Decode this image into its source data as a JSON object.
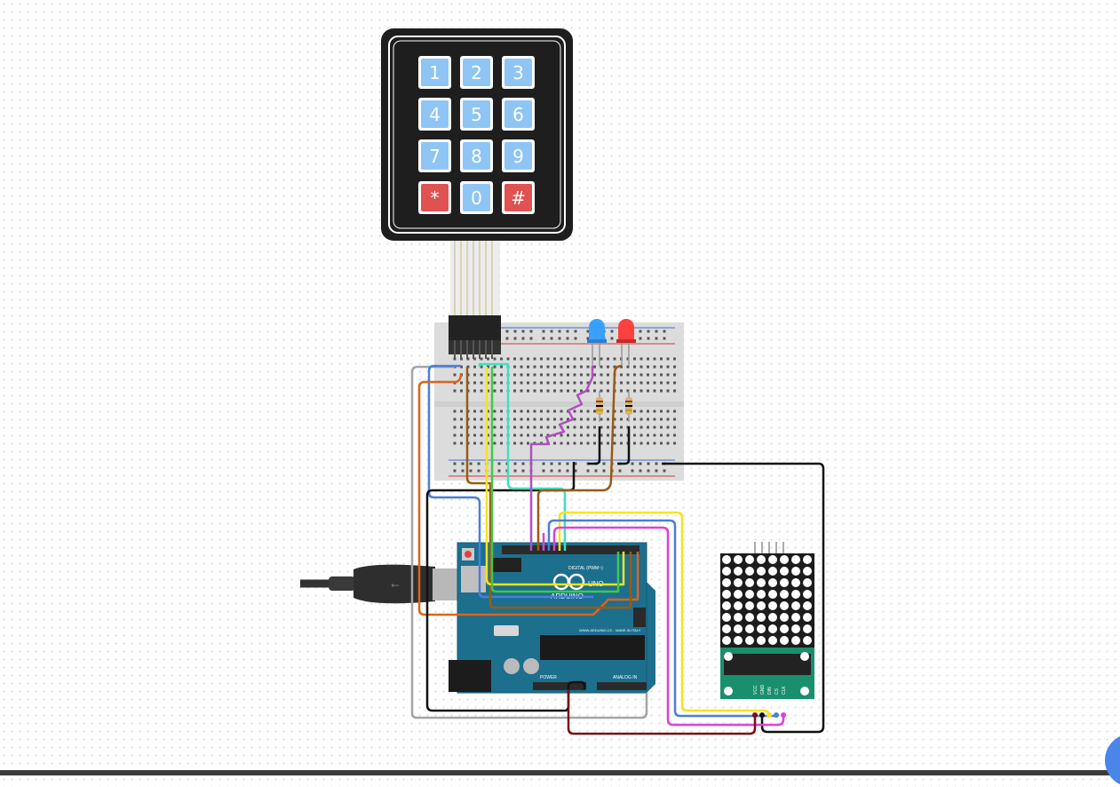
{
  "keypad": {
    "keys": [
      "1",
      "2",
      "3",
      "4",
      "5",
      "6",
      "7",
      "8",
      "9",
      "*",
      "0",
      "#"
    ],
    "number_key_color": "#8ec5f5",
    "special_key_color": "#e05252",
    "body_color": "#1e1e1e"
  },
  "arduino": {
    "logo_text": "ARDUINO",
    "model_text": "UNO",
    "digital_label": "DIGITAL (PWM~)",
    "analog_label": "ANALOG IN",
    "power_label": "POWER",
    "site_text": "WWW.ARDUINO.CC - MADE IN ITALY",
    "board_color": "#1d6f8e"
  },
  "leds": [
    {
      "color_name": "blue",
      "color": "#3aa0ff"
    },
    {
      "color_name": "red",
      "color": "#ff4040"
    }
  ],
  "matrix": {
    "pin_labels": [
      "VCC",
      "GND",
      "DIN",
      "CS",
      "CLK"
    ],
    "board_color": "#1a8f6e"
  },
  "wire_colors": {
    "black": "#111111",
    "red": "#b51c1c",
    "dark_red": "#7a1010",
    "orange": "#e0621a",
    "brown": "#9b5a12",
    "yellow": "#f5e320",
    "green": "#3fc84a",
    "cyan": "#3fe0c0",
    "blue": "#4a7fd6",
    "purple": "#b04fc0",
    "magenta": "#e040d8",
    "gray": "#a5a5a5"
  }
}
